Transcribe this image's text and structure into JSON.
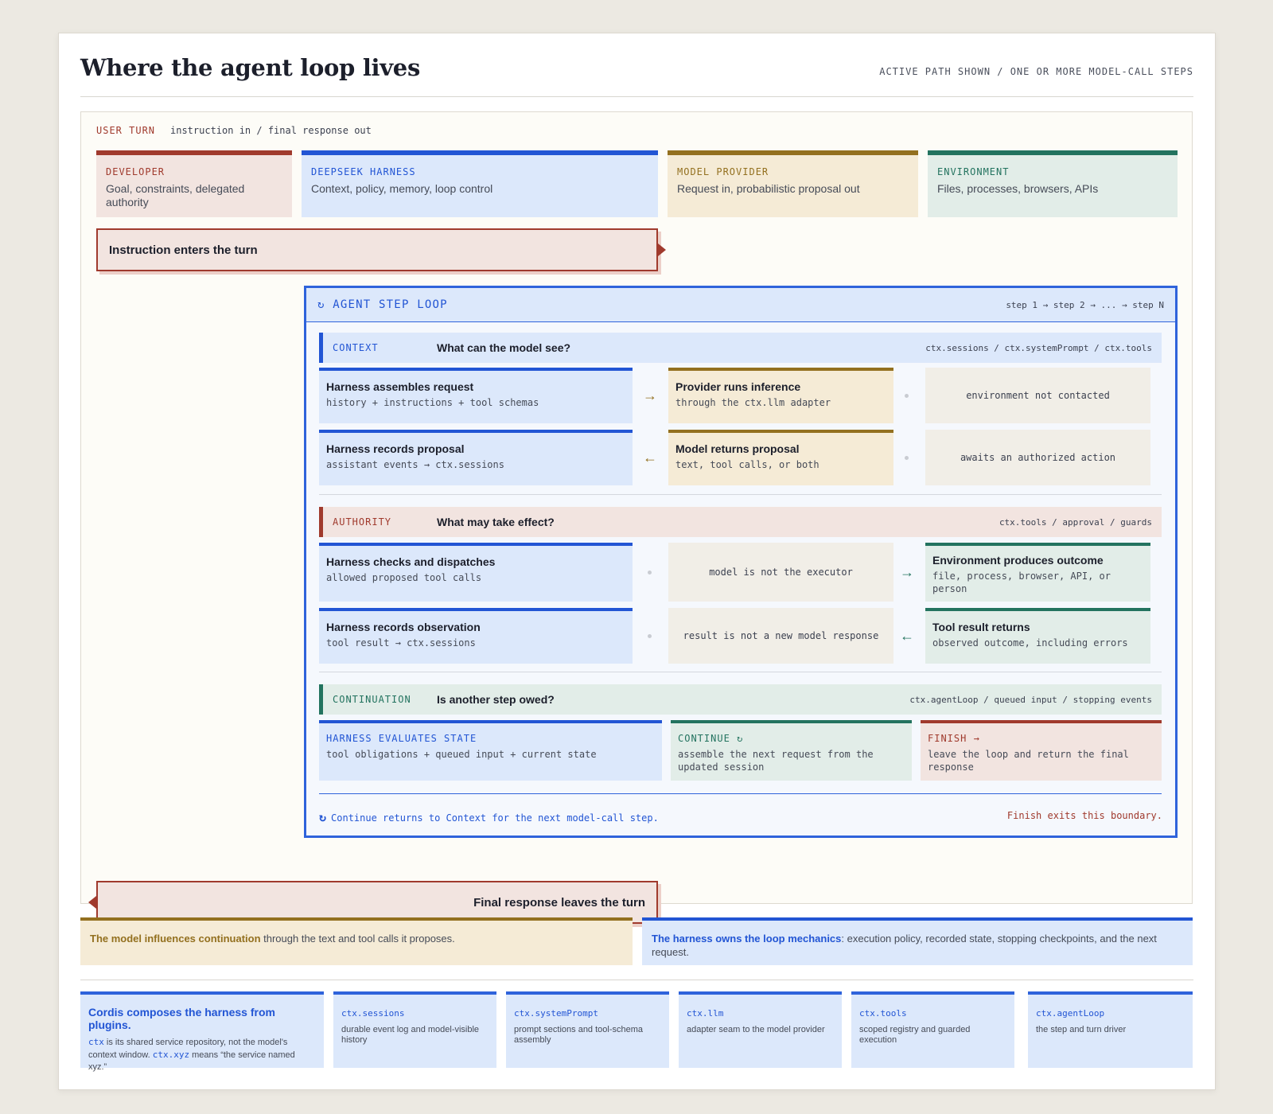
{
  "header": {
    "title": "Where the agent loop lives",
    "subtitle": "ACTIVE PATH SHOWN / ONE OR MORE MODEL-CALL STEPS"
  },
  "turn": {
    "label": "USER TURN",
    "description": "instruction in / final response out"
  },
  "lanes": [
    {
      "name": "DEVELOPER",
      "description": "Goal, constraints, delegated authority"
    },
    {
      "name": "DEEPSEEK HARNESS",
      "description": "Context, policy, memory, loop control"
    },
    {
      "name": "MODEL PROVIDER",
      "description": "Request in, probabilistic proposal out"
    },
    {
      "name": "ENVIRONMENT",
      "description": "Files, processes, browsers, APIs"
    }
  ],
  "signals": {
    "instruction_in": "Instruction enters the turn",
    "response_out": "Final response leaves the turn"
  },
  "loop": {
    "icon": "↻",
    "title": "AGENT STEP LOOP",
    "steps": "step 1 → step 2 → ... → step N",
    "context": {
      "name": "CONTEXT",
      "question": "What can the model see?",
      "refs": "ctx.sessions / ctx.systemPrompt / ctx.tools",
      "rows": [
        {
          "harness": {
            "title": "Harness assembles request",
            "sub": "history + instructions + tool schemas"
          },
          "arrow": "→",
          "model": {
            "title": "Provider runs inference",
            "sub": "through the ctx.llm adapter"
          },
          "env_note": "environment not contacted"
        },
        {
          "harness": {
            "title": "Harness records proposal",
            "sub": "assistant events → ctx.sessions"
          },
          "arrow": "←",
          "model": {
            "title": "Model returns proposal",
            "sub": "text, tool calls, or both"
          },
          "env_note": "awaits an authorized action"
        }
      ]
    },
    "authority": {
      "name": "AUTHORITY",
      "question": "What may take effect?",
      "refs": "ctx.tools / approval / guards",
      "rows": [
        {
          "harness": {
            "title": "Harness checks and dispatches",
            "sub": "allowed proposed tool calls"
          },
          "model_note": "model is not the executor",
          "arrow": "→",
          "env": {
            "title": "Environment produces outcome",
            "sub": "file, process, browser, API, or person"
          }
        },
        {
          "harness": {
            "title": "Harness records observation",
            "sub": "tool result → ctx.sessions"
          },
          "model_note": "result is not a new model response",
          "arrow": "←",
          "env": {
            "title": "Tool result returns",
            "sub": "observed outcome, including errors"
          }
        }
      ]
    },
    "continuation": {
      "name": "CONTINUATION",
      "question": "Is another step owed?",
      "refs": "ctx.agentLoop / queued input / stopping events",
      "evaluate": {
        "title": "HARNESS EVALUATES STATE",
        "sub": "tool obligations + queued input + current state"
      },
      "continue": {
        "title": "CONTINUE ↻",
        "sub": "assemble the next request from the updated session"
      },
      "finish": {
        "title": "FINISH →",
        "sub": "leave the loop and return the final response"
      }
    },
    "footer": {
      "return_icon": "↻",
      "return_text": "Continue returns to Context for the next model-call step.",
      "exit_text": "Finish exits this boundary."
    }
  },
  "callouts": {
    "model": {
      "strong": "The model influences continuation",
      "rest": " through the text and tool calls it proposes."
    },
    "harness": {
      "strong": "The harness owns the loop mechanics",
      "rest": ": execution policy, recorded state, stopping checkpoints, and the next request."
    }
  },
  "plugins": {
    "intro": {
      "title": "Cordis composes the harness from plugins.",
      "code1": "ctx",
      "text1": " is its shared service repository, not the model's context window. ",
      "code2": "ctx.xyz",
      "text2": " means “the service named xyz.”"
    },
    "items": [
      {
        "name": "ctx.sessions",
        "description": "durable event log and model-visible history"
      },
      {
        "name": "ctx.systemPrompt",
        "description": "prompt sections and tool-schema assembly"
      },
      {
        "name": "ctx.llm",
        "description": "adapter seam to the model provider"
      },
      {
        "name": "ctx.tools",
        "description": "scoped registry and guarded execution"
      },
      {
        "name": "ctx.agentLoop",
        "description": "the step and turn driver"
      }
    ]
  },
  "colors": {
    "developer": "#a03a2d",
    "harness": "#2255d4",
    "model": "#93701f",
    "environment": "#23735f"
  }
}
